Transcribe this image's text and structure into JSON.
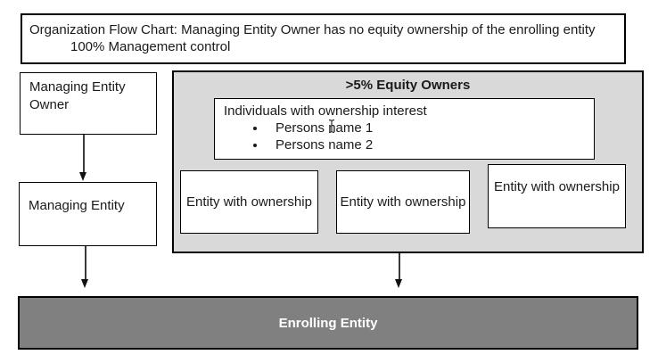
{
  "title_box": {
    "line1": "Organization Flow Chart: Managing Entity Owner has no equity ownership of the enrolling entity",
    "line2": "100% Management control"
  },
  "left_column": {
    "owner_box_label": "Managing Entity Owner",
    "managing_box_label": "Managing Entity"
  },
  "equity_group": {
    "title": ">5% Equity Owners",
    "individuals_box": {
      "heading": "Individuals with ownership interest",
      "bullets": [
        "Persons name 1",
        "Persons name 2"
      ]
    },
    "entity_boxes": [
      "Entity with ownership",
      "Entity with ownership",
      "Entity with ownership"
    ]
  },
  "enrolling_bar": {
    "label": "Enrolling Entity"
  },
  "cursor": {
    "type": "text-ibeam"
  },
  "colors": {
    "group_fill": "#d9d9d9",
    "bar_fill": "#808080",
    "bar_text": "#ffffff",
    "border": "#000000"
  }
}
